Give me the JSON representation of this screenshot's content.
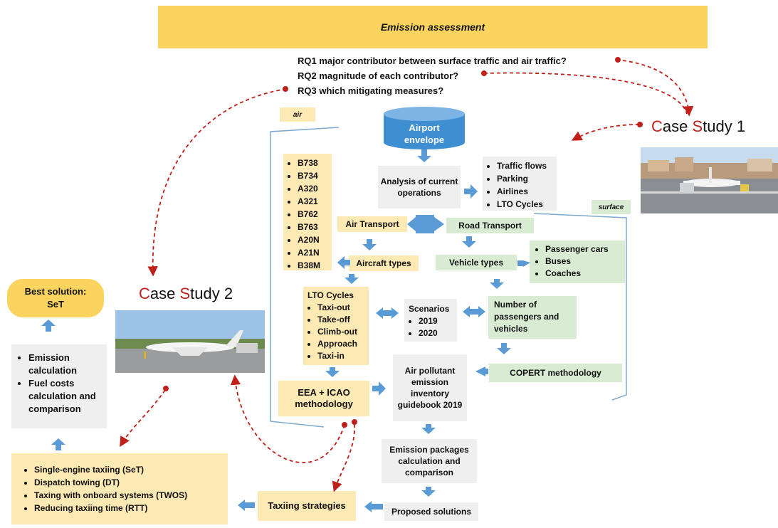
{
  "banner": {
    "title": "Emission assessment"
  },
  "research_questions": [
    "RQ1 major contributor between surface traffic and air traffic?",
    "RQ2 magnitude of each contributor?",
    "RQ3 which mitigating measures?"
  ],
  "case_study_1": {
    "prefix_c": "C",
    "mid": "ase ",
    "prefix_s": "S",
    "rest": "tudy 1"
  },
  "case_study_2": {
    "prefix_c": "C",
    "mid": "ase ",
    "prefix_s": "S",
    "rest": "tudy 2"
  },
  "tags": {
    "air": "air",
    "surface": "surface"
  },
  "airport_envelope": "Airport envelope",
  "analysis": "Analysis of current operations",
  "analysis_items": [
    "Traffic flows",
    "Parking",
    "Airlines",
    "LTO Cycles"
  ],
  "aircraft_list": [
    "B738",
    "B734",
    "A320",
    "A321",
    "B762",
    "B763",
    "A20N",
    "A21N",
    "B38M"
  ],
  "air_transport": "Air Transport",
  "road_transport": "Road Transport",
  "aircraft_types": "Aircraft types",
  "vehicle_types": "Vehicle types",
  "vehicle_list": [
    "Passenger cars",
    "Buses",
    "Coaches"
  ],
  "lto": {
    "title": "LTO Cycles",
    "items": [
      "Taxi-out",
      "Take-off",
      "Climb-out",
      "Approach",
      "Taxi-in"
    ]
  },
  "scenarios": {
    "title": "Scenarios",
    "items": [
      "2019",
      "2020"
    ]
  },
  "number_passengers": "Number of passengers and vehicles",
  "copert": "COPERT methodology",
  "eea": "EEA + ICAO methodology",
  "guidebook": "Air pollutant emission inventory guidebook 2019",
  "emission_packages": "Emission packages calculation and comparison",
  "proposed_solutions": "Proposed solutions",
  "taxiing_strategies": "Taxiing strategies",
  "strategies_list": [
    "Single-engine taxiing (SeT)",
    "Dispatch towing (DT)",
    "Taxing with onboard systems (TWOS)",
    "Reducing taxiing time (RTT)"
  ],
  "calc_list": [
    "Emission calculation",
    "Fuel costs calculation and comparison"
  ],
  "best_solution": {
    "line1": "Best solution:",
    "line2": "SeT"
  },
  "colors": {
    "banner": "#fad45e",
    "yellow_box": "#fde9b3",
    "green_box": "#d9ecd3",
    "gray_box": "#efefef",
    "arrow_blue": "#5b9bd5",
    "cylinder": "#3d8fd1",
    "dashed_red": "#c0201a"
  }
}
